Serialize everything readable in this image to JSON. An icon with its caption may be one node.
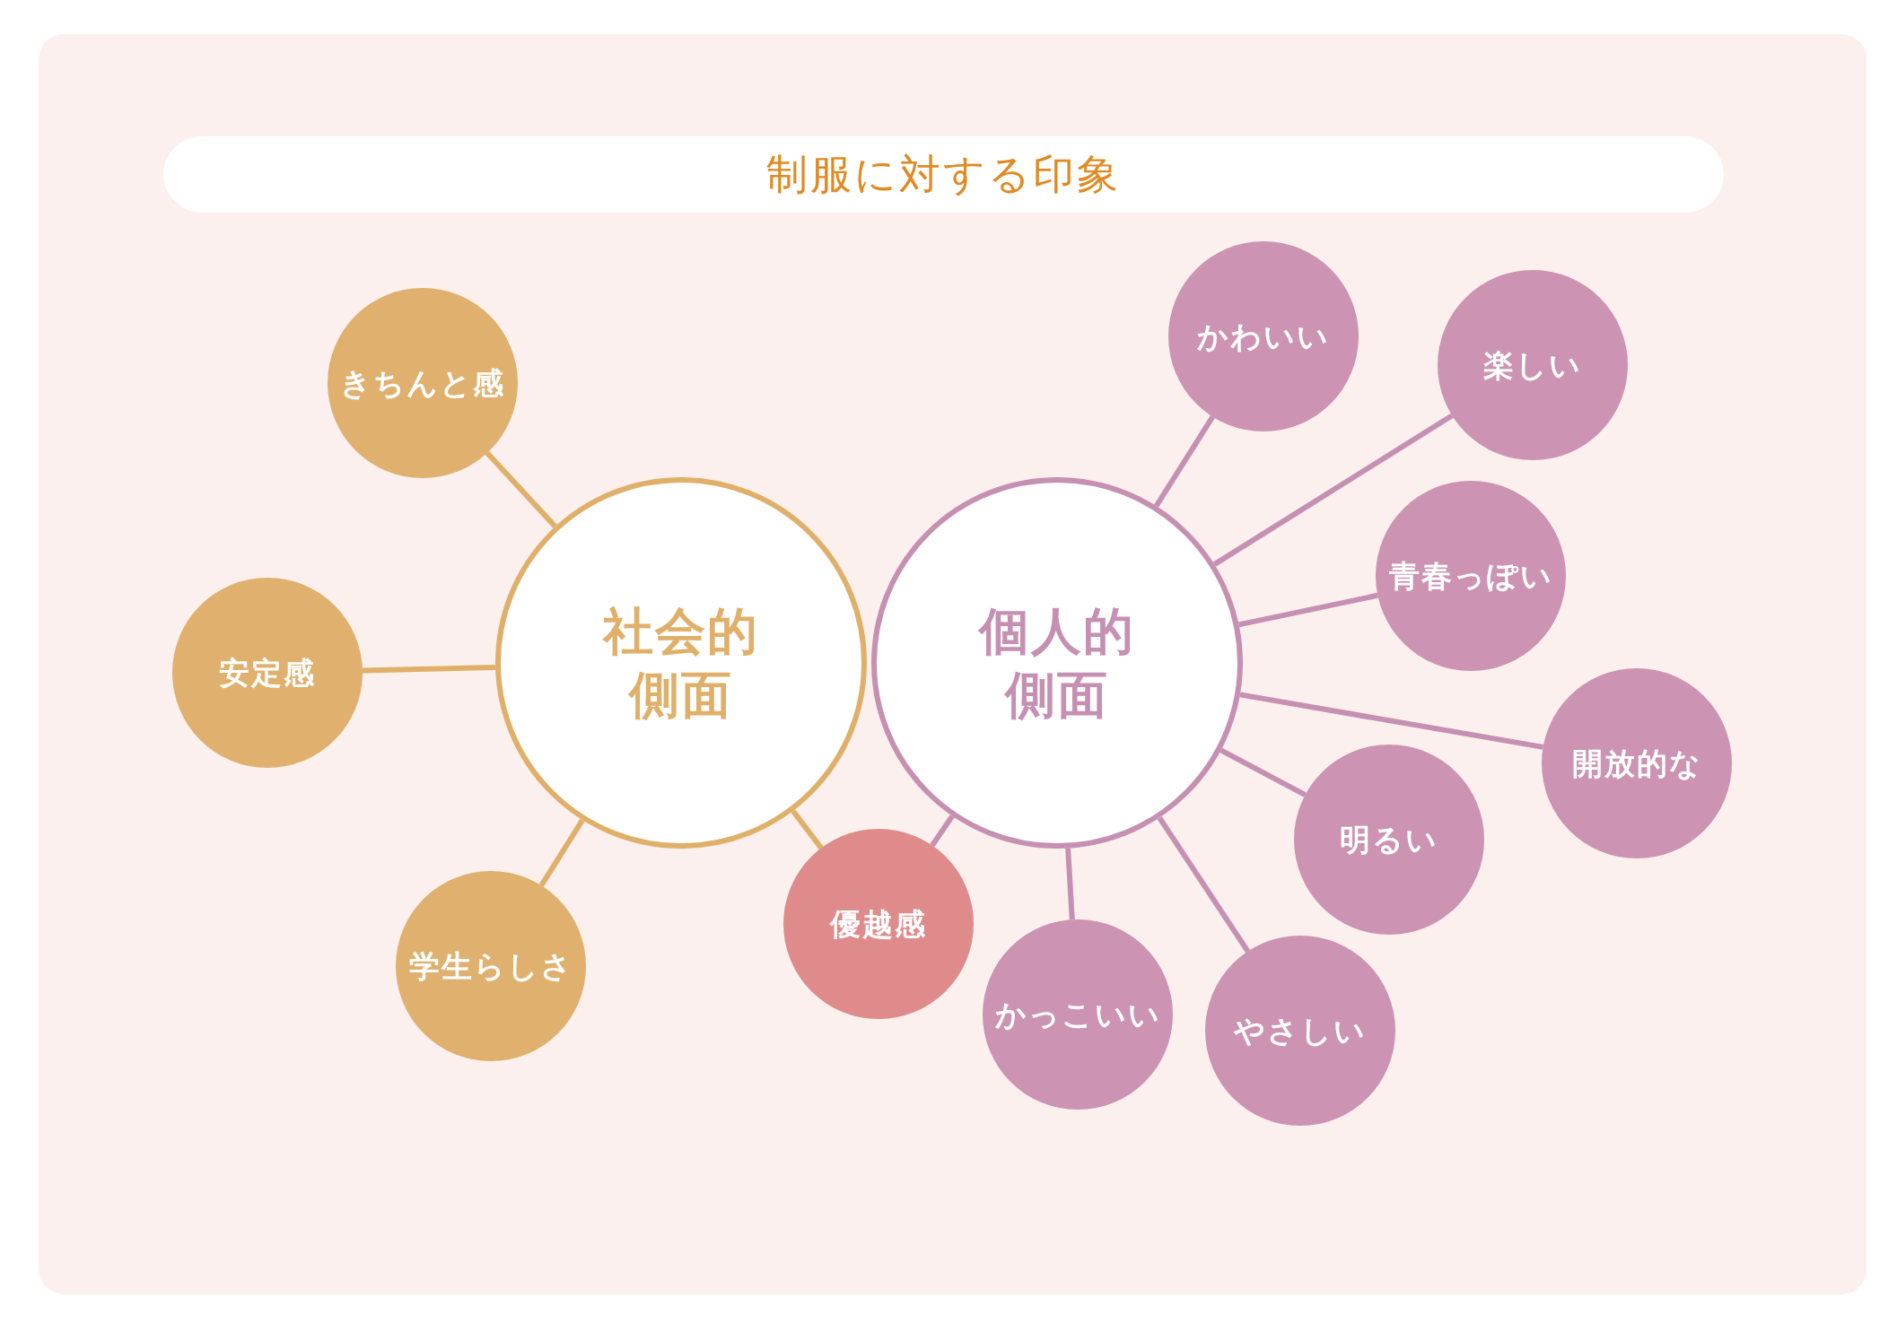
{
  "diagram": {
    "title": "制服に対する印象",
    "nodes": [
      {
        "text": [
          "社会的側面"
        ]
      },
      {
        "text": [
          "個人的側面"
        ]
      },
      {
        "text": [
          "きちんと感"
        ]
      },
      {
        "text": [
          "安定感"
        ]
      },
      {
        "text": [
          "学生らしさ"
        ]
      },
      {
        "text": [
          "優越感"
        ]
      },
      {
        "text": [
          "かわいい"
        ]
      },
      {
        "text": [
          "楽しい"
        ]
      },
      {
        "text": [
          "青春っぽい"
        ]
      },
      {
        "text": [
          "開放的な"
        ]
      },
      {
        "text": [
          "明るい"
        ]
      },
      {
        "text": [
          "かっこいい"
        ]
      },
      {
        "text": [
          "やさしい"
        ]
      }
    ],
    "edges": [
      {
        "from": 0,
        "to": 2,
        "arrow": "none",
        "color": "#e0b06a"
      },
      {
        "from": 0,
        "to": 3,
        "arrow": "none",
        "color": "#e0b06a"
      },
      {
        "from": 0,
        "to": 4,
        "arrow": "none",
        "color": "#e0b06a"
      },
      {
        "from": 0,
        "to": 5,
        "arrow": "none",
        "color": "#e0b06a"
      },
      {
        "from": 1,
        "to": 5,
        "arrow": "none"
      },
      {
        "from": 1,
        "to": 6,
        "arrow": "none"
      },
      {
        "from": 1,
        "to": 7,
        "arrow": "none"
      },
      {
        "from": 1,
        "to": 8,
        "arrow": "none"
      },
      {
        "from": 1,
        "to": 9,
        "arrow": "none"
      },
      {
        "from": 1,
        "to": 10,
        "arrow": "none"
      },
      {
        "from": 1,
        "to": 11,
        "arrow": "none"
      },
      {
        "from": 1,
        "to": 12,
        "arrow": "none"
      }
    ]
  }
}
